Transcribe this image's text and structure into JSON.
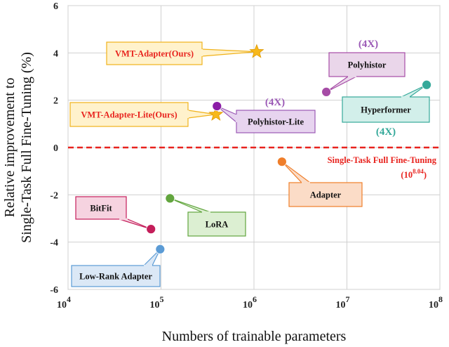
{
  "chart_data": {
    "type": "scatter",
    "xlabel": "Numbers of trainable parameters",
    "ylabel_line1": "Relative improvement to",
    "ylabel_line2": "Single-Task Full Fine-Tuning (%)",
    "x_scale": "log",
    "xlim": [
      10000,
      100000000
    ],
    "ylim": [
      -6,
      6
    ],
    "x_ticks": [
      {
        "value": 10000,
        "base": "10",
        "exp": "4"
      },
      {
        "value": 100000,
        "base": "10",
        "exp": "5"
      },
      {
        "value": 1000000,
        "base": "10",
        "exp": "6"
      },
      {
        "value": 10000000,
        "base": "10",
        "exp": "7"
      },
      {
        "value": 100000000,
        "base": "10",
        "exp": "8"
      }
    ],
    "y_ticks": [
      "-6",
      "-4",
      "-2",
      "0",
      "2",
      "4",
      "6"
    ],
    "grid": true,
    "reference_line": {
      "y": 0,
      "label": "Single-Task Full Fine-Tuning",
      "sublabel_base": "(10",
      "sublabel_exp": "8.04",
      "sublabel_close": ")",
      "color": "#e8231e"
    },
    "points": [
      {
        "name": "VMT-Adapter(Ours)",
        "x": 1070000,
        "y": 4.05,
        "marker": "star",
        "color": "#f7b81c",
        "box_fill": "#fff2cc",
        "box_stroke": "#f0b21a",
        "text_color": "#e8231e"
      },
      {
        "name": "VMT-Adapter-Lite(Ours)",
        "x": 390000,
        "y": 1.4,
        "marker": "star",
        "color": "#f7b81c",
        "box_fill": "#fff2cc",
        "box_stroke": "#f0b21a",
        "text_color": "#e8231e"
      },
      {
        "name": "Polyhistor-Lite",
        "x": 400000,
        "y": 1.75,
        "marker": "circle",
        "color": "#8b1da6",
        "box_fill": "#e7d4ef",
        "box_stroke": "#9b59b6",
        "text_color": "#111111"
      },
      {
        "name": "Polyhistor",
        "x": 6000000,
        "y": 2.35,
        "marker": "circle",
        "color": "#a64ca6",
        "box_fill": "#ead6ea",
        "box_stroke": "#a64ca6",
        "text_color": "#111111"
      },
      {
        "name": "Hyperformer",
        "x": 72000000,
        "y": 2.65,
        "marker": "circle",
        "color": "#35a99a",
        "box_fill": "#d2efea",
        "box_stroke": "#35a99a",
        "text_color": "#111111"
      },
      {
        "name": "Adapter",
        "x": 2000000,
        "y": -0.6,
        "marker": "circle",
        "color": "#ef7e2a",
        "box_fill": "#fbdcc7",
        "box_stroke": "#ef7e2a",
        "text_color": "#111111"
      },
      {
        "name": "LoRA",
        "x": 125000,
        "y": -2.15,
        "marker": "circle",
        "color": "#62a53e",
        "box_fill": "#dcefd2",
        "box_stroke": "#62a53e",
        "text_color": "#111111"
      },
      {
        "name": "BitFit",
        "x": 78000,
        "y": -3.45,
        "marker": "circle",
        "color": "#c41e5a",
        "box_fill": "#f6d3e0",
        "box_stroke": "#c41e5a",
        "text_color": "#111111"
      },
      {
        "name": "Low-Rank Adapter",
        "x": 98000,
        "y": -4.3,
        "marker": "circle",
        "color": "#5b9bd5",
        "box_fill": "#dbe8f6",
        "box_stroke": "#5b9bd5",
        "text_color": "#111111"
      }
    ],
    "annotations": [
      {
        "text": "(4X)",
        "near": "Polyhistor",
        "color": "#9b59b6"
      },
      {
        "text": "(4X)",
        "near": "Polyhistor-Lite",
        "color": "#9b59b6"
      },
      {
        "text": "(4X)",
        "near": "Hyperformer",
        "color": "#35a99a"
      }
    ]
  }
}
